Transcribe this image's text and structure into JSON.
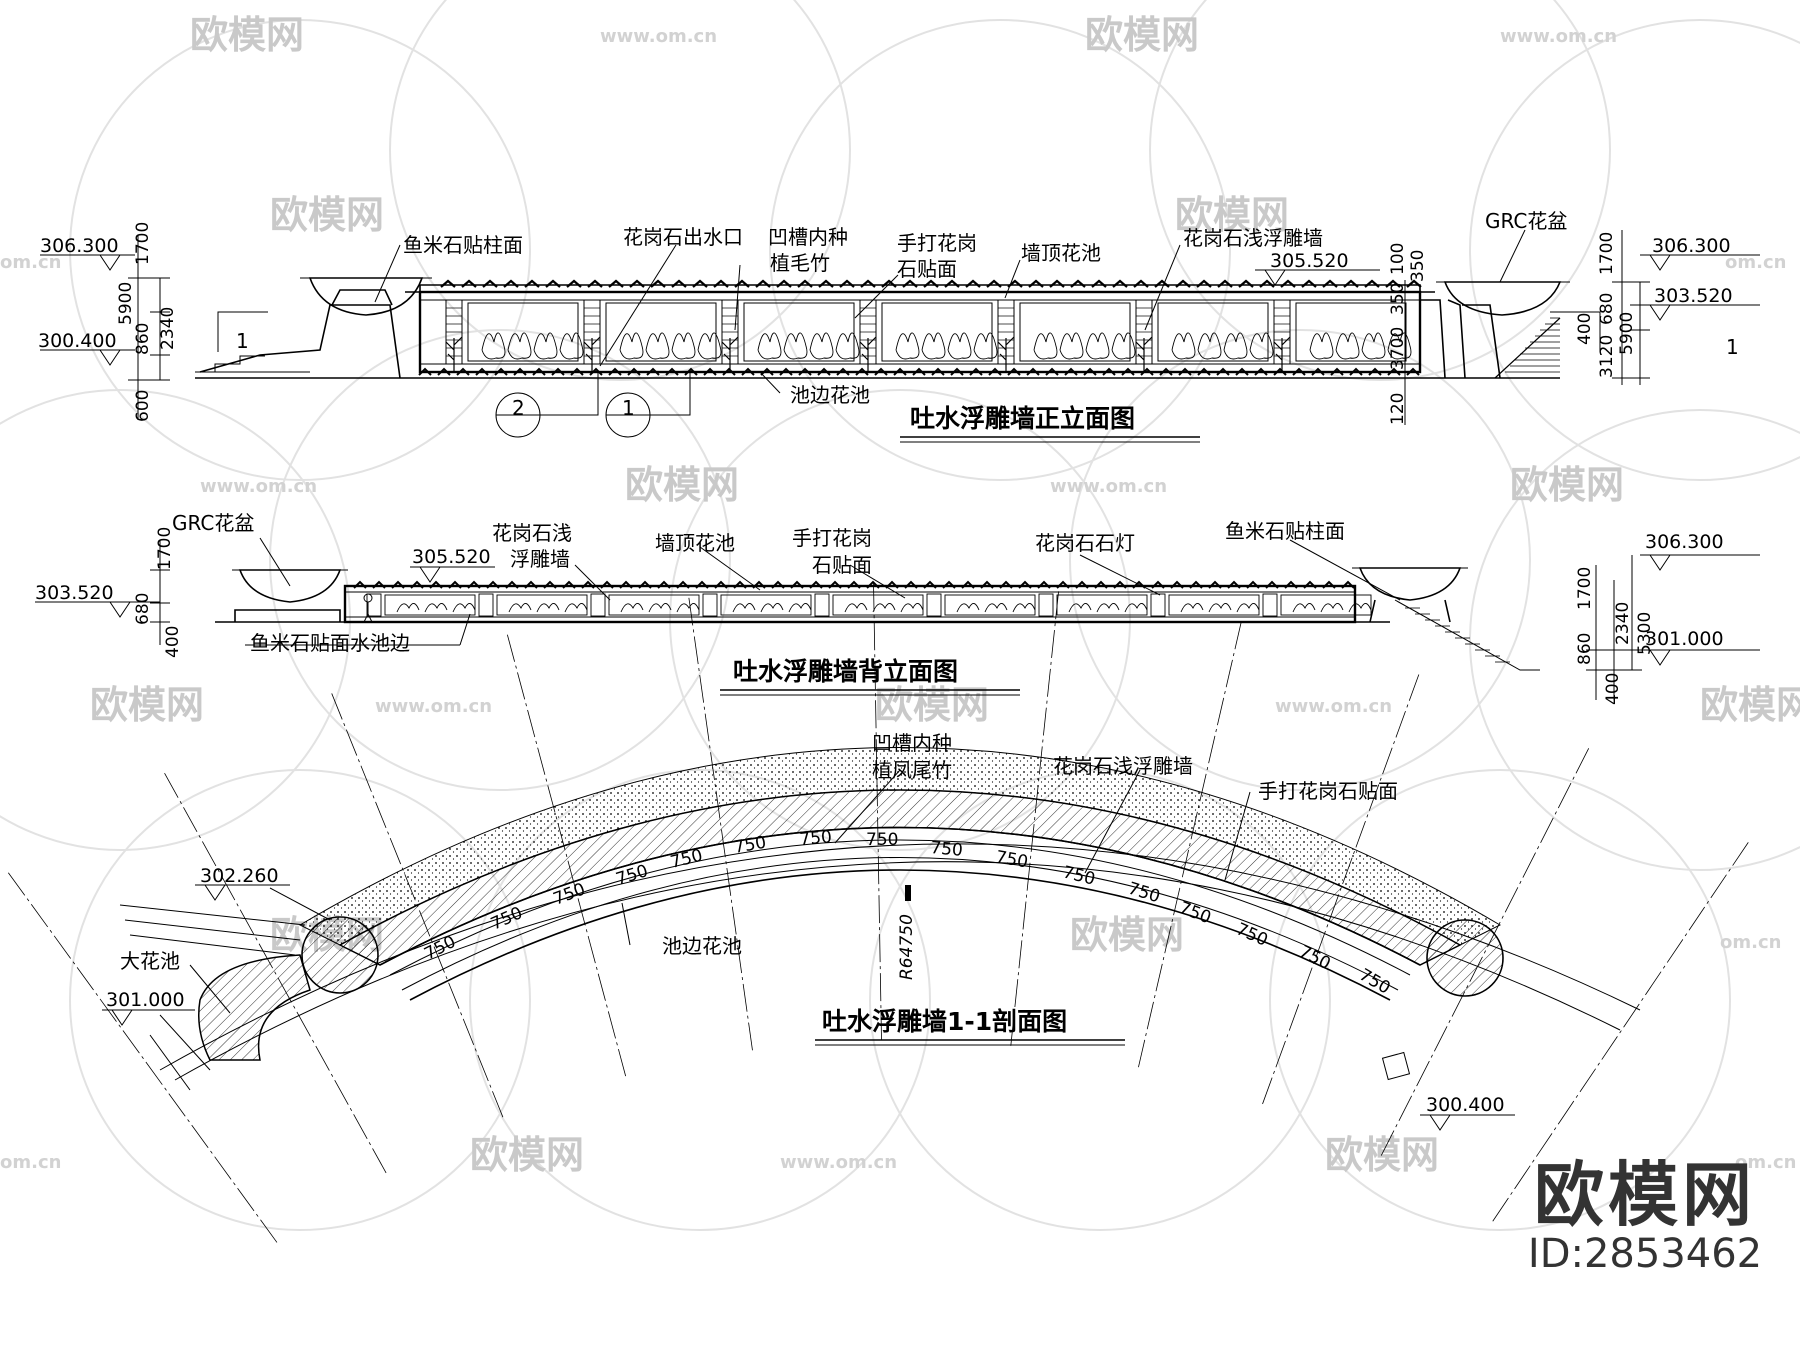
{
  "watermark": {
    "name": "欧模网",
    "url": "www.om.cn",
    "url_short": "om.cn"
  },
  "brand": {
    "name": "欧模网",
    "id": "ID:2853462"
  },
  "front_elevation": {
    "title": "吐水浮雕墙正立面图",
    "labels": [
      "鱼米石贴柱面",
      "花岗石出水口",
      "凹槽内种",
      "植毛竹",
      "手打花岗",
      "石贴面",
      "墙顶花池",
      "花岗石浅浮雕墙",
      "GRC花盆",
      "池边花池"
    ],
    "elevations": [
      "306.300",
      "300.400",
      "305.520",
      "306.300",
      "303.520"
    ],
    "dims_left": [
      "1700",
      "5900",
      "2340",
      "860",
      "600"
    ],
    "dims_mid": [
      "100",
      "350",
      "350",
      "3700",
      "120"
    ],
    "dims_right": [
      "1700",
      "400",
      "680",
      "5900",
      "3120"
    ],
    "section_marks": [
      "1",
      "1",
      "2",
      "1"
    ]
  },
  "back_elevation": {
    "title": "吐水浮雕墙背立面图",
    "labels": [
      "GRC花盆",
      "花岗石浅",
      "浮雕墙",
      "墙顶花池",
      "手打花岗",
      "石贴面",
      "花岗石石灯",
      "鱼米石贴柱面",
      "鱼米石贴面水池边"
    ],
    "elevations": [
      "303.520",
      "305.520",
      "306.300",
      "301.000"
    ],
    "dims_left": [
      "1700",
      "680",
      "400"
    ],
    "dims_right": [
      "1700",
      "2340",
      "5300",
      "860",
      "400"
    ]
  },
  "section": {
    "title": "吐水浮雕墙1-1剖面图",
    "labels": [
      "凹槽内种",
      "植凤尾竹",
      "花岗石浅浮雕墙",
      "手打花岗石贴面",
      "大花池",
      "池边花池"
    ],
    "elevations": [
      "302.260",
      "301.000",
      "300.400"
    ],
    "radius": "R64750",
    "spacing": "750"
  }
}
